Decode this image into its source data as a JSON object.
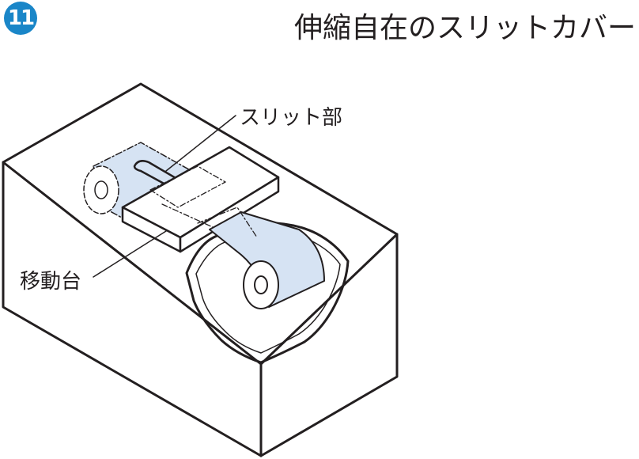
{
  "badge": {
    "number": "11"
  },
  "title": "伸縮自在のスリットカバー",
  "labels": {
    "slit_part": "スリット部",
    "moving_stage": "移動台"
  },
  "colors": {
    "badge": "#1a86c8",
    "cover_fill": "#d6e3f3",
    "line": "#231f20"
  }
}
